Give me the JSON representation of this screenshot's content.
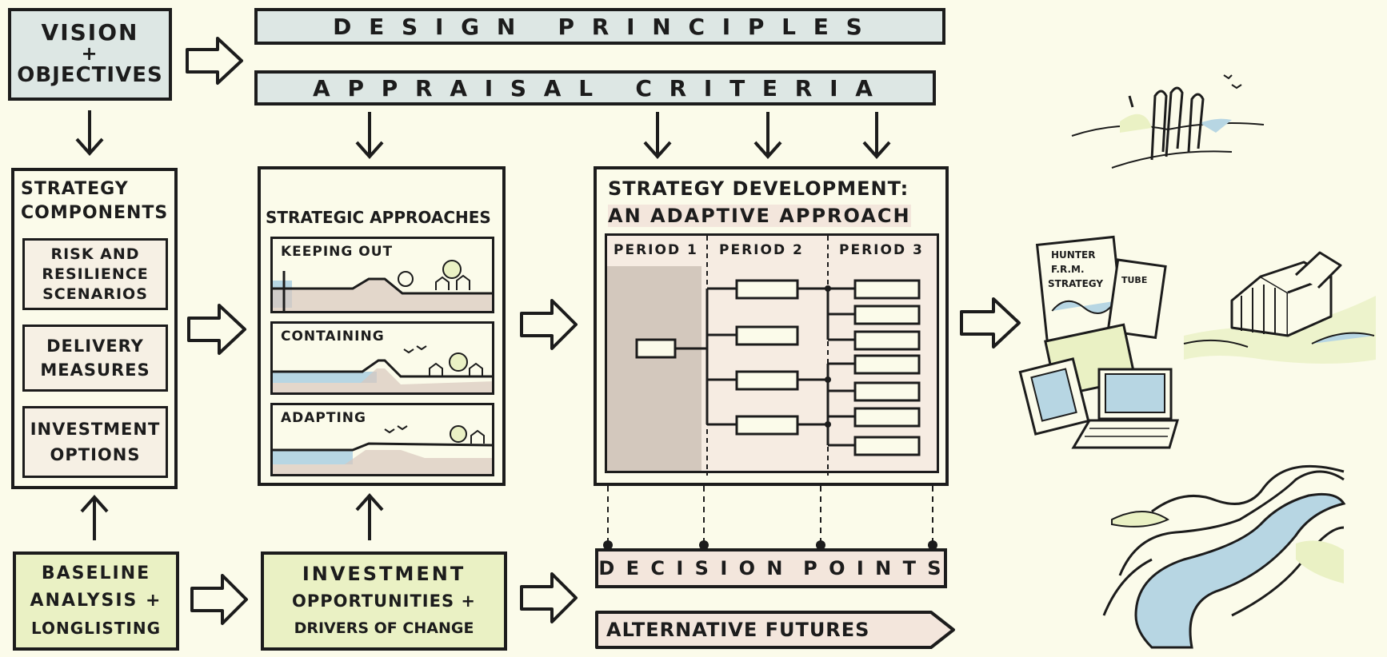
{
  "vision": {
    "line1": "VISION",
    "line2": "+",
    "line3": "OBJECTIVES"
  },
  "design_principles": "D E S I G N   P R I N C I P L E S",
  "appraisal_criteria": "A P P R A I S A L   C R I T E R I A",
  "strategy_components": {
    "title": "STRATEGY COMPONENTS",
    "items": [
      "RISK AND RESILIENCE SCENARIOS",
      "DELIVERY MEASURES",
      "INVESTMENT OPTIONS"
    ]
  },
  "strategic_approaches": {
    "title": "STRATEGIC APPROACHES",
    "panels": [
      "KEEPING OUT",
      "CONTAINING",
      "ADAPTING"
    ]
  },
  "strategy_development": {
    "title_line1": "STRATEGY DEVELOPMENT:",
    "title_line2": "AN ADAPTIVE APPROACH",
    "periods": [
      "PERIOD 1",
      "PERIOD 2",
      "PERIOD 3"
    ]
  },
  "baseline": {
    "line1": "BASELINE",
    "line2": "ANALYSIS +",
    "line3": "LONGLISTING"
  },
  "investment": {
    "line1": "INVESTMENT",
    "line2": "OPPORTUNITIES +",
    "line3": "DRIVERS OF CHANGE"
  },
  "decision_points": "D E C I S I O N  P O I N T S",
  "alternative_futures": "ALTERNATIVE FUTURES",
  "sketch_doc": {
    "line1": "HUNTER",
    "line2": "F.R.M.",
    "line3": "STRATEGY",
    "side": "TUBE"
  },
  "colors": {
    "ink": "#1c1c1c",
    "paper": "#fbfbea",
    "water": "#b7d6e3",
    "earth": "#d9c7bd",
    "grass": "#dfe8a8",
    "shade": "#d3c8bd"
  }
}
